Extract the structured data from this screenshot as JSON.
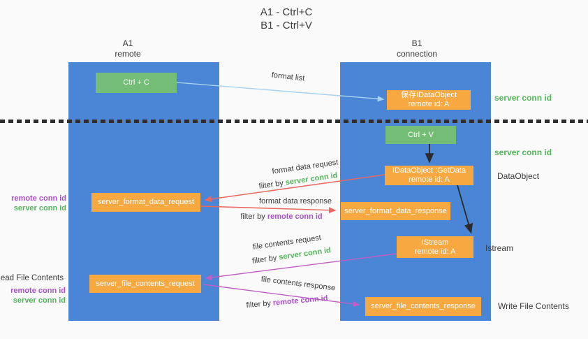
{
  "title": {
    "line1": "A1 - Ctrl+C",
    "line2": "B1 - Ctrl+V"
  },
  "lanes": {
    "a1": {
      "name": "A1",
      "subtitle": "remote"
    },
    "b1": {
      "name": "B1",
      "subtitle": "connection"
    }
  },
  "nodes": {
    "ctrl_c": {
      "label": "Ctrl + C"
    },
    "save_dataobject": {
      "line1": "保存IDataObject",
      "line2": "remote id: A"
    },
    "ctrl_v": {
      "label": "Ctrl + V"
    },
    "getdata": {
      "line1": "IDataObject::GetData",
      "line2": "remote id: A"
    },
    "format_request": {
      "label": "server_format_data_request"
    },
    "format_response": {
      "label": "server_format_data_response"
    },
    "istream": {
      "line1": "IStream",
      "line2": "remote id: A"
    },
    "file_request": {
      "label": "server_file_contents_request"
    },
    "file_response": {
      "label": "server_file_contents_response"
    }
  },
  "left_labels": {
    "remote_conn_id_1": "remote conn id",
    "server_conn_id_1": "server conn id",
    "read_file_contents": "Read File Contents",
    "remote_conn_id_2": "remote conn id",
    "server_conn_id_2": "server conn id"
  },
  "right_labels": {
    "server_conn_id_1": "server conn id",
    "server_conn_id_2": "server conn id",
    "dataobject": "DataObject",
    "istream": "Istream",
    "write_file_contents": "Write File Contents"
  },
  "flow_labels": {
    "format_list": "format list",
    "format_data_request": "format data request",
    "format_data_response": "format data response",
    "file_contents_request": "file contents request",
    "file_contents_response": "file contents response",
    "filter_by": "filter by",
    "server_conn_id": "server conn id",
    "remote_conn_id": "remote conn id"
  },
  "colors": {
    "lane_blue": "#4a85d6",
    "box_green": "#74bd77",
    "box_orange": "#f8a840",
    "text_green": "#53b55a",
    "text_purple": "#ab4fd0",
    "arrow_red": "#e8695f",
    "arrow_magenta": "#c25ec4",
    "arrow_light_blue": "#a6d3f0",
    "arrow_black": "#2b2b2b",
    "divider_dark": "#2e2e2e"
  }
}
